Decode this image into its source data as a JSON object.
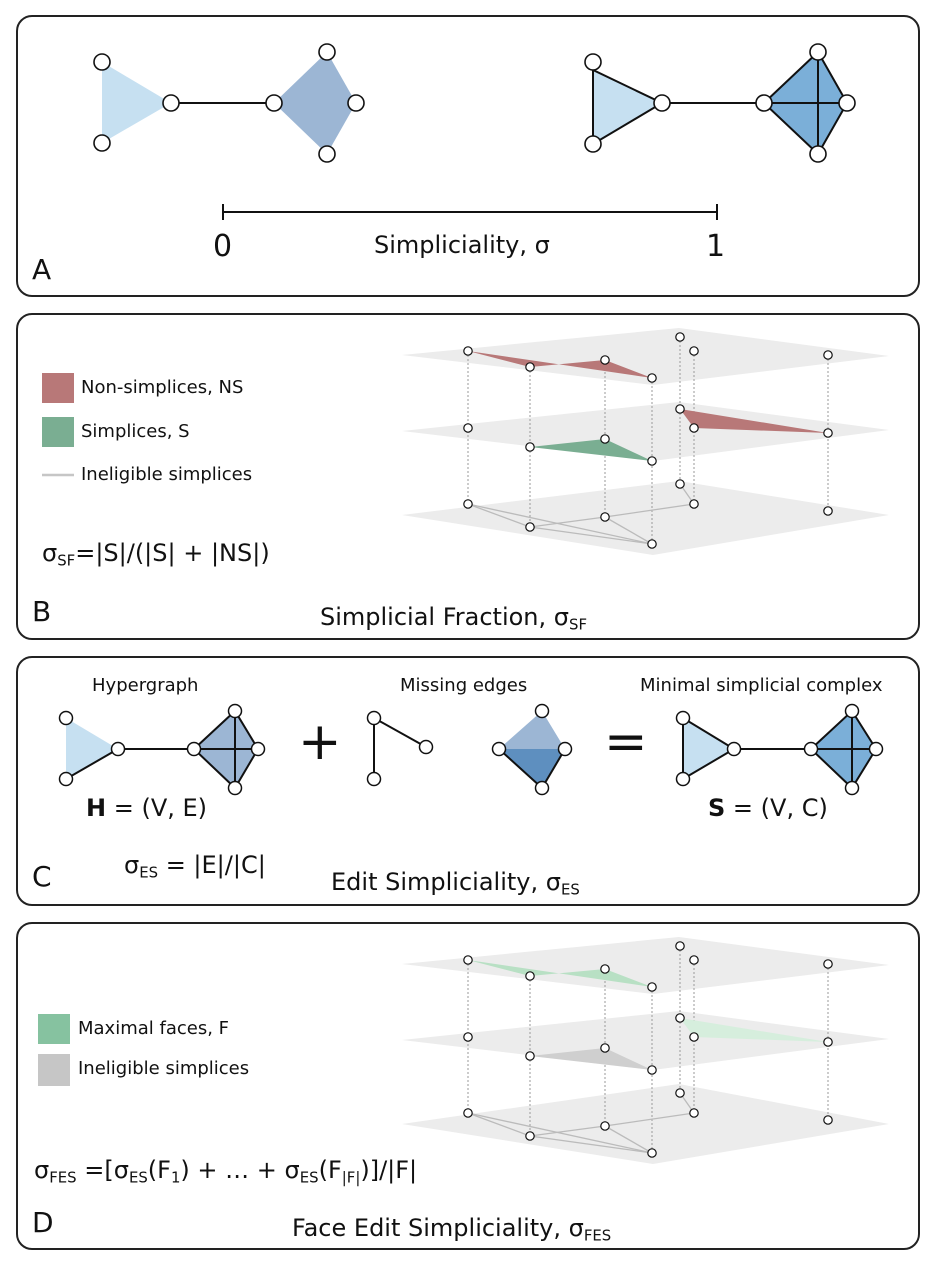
{
  "panel_a": {
    "letter": "A",
    "scale_min": "0",
    "scale_max": "1",
    "scale_label": "Simpliciality, σ"
  },
  "panel_b": {
    "letter": "B",
    "legend": [
      {
        "label": "Non-simplices, NS",
        "color": "#b87878"
      },
      {
        "label": "Simplices, S",
        "color": "#7aae92"
      },
      {
        "label": "Ineligible simplices",
        "color": "#c6c6c6"
      }
    ],
    "formula": {
      "sigma": "σ",
      "sub": "SF",
      "rest": "=|S|/(|S| + |NS|)"
    },
    "title": {
      "text": "Simplicial Fraction, σ",
      "sub": "SF"
    }
  },
  "panel_c": {
    "letter": "C",
    "hypergraph_title": "Hypergraph",
    "missing_title": "Missing edges",
    "complex_title": "Minimal simplicial complex",
    "plus": "+",
    "equals": "=",
    "h_bold": "H",
    "h_rest": " = (V, E)",
    "s_bold": "S",
    "s_rest": " = (V, C)",
    "formula": {
      "sigma": "σ",
      "sub": "ES",
      "rest": " = |E|/|C|"
    },
    "title": {
      "text": "Edit Simpliciality, σ",
      "sub": "ES"
    }
  },
  "panel_d": {
    "letter": "D",
    "legend": [
      {
        "label": "Maximal faces, F",
        "color": "#86c2a0"
      },
      {
        "label": "Ineligible simplices",
        "color": "#c6c6c6"
      }
    ],
    "formula": {
      "p1": "σ",
      "p1sub": "FES",
      "p2": " =[σ",
      "p2sub": "ES",
      "p3": "(F",
      "p3sub": "1",
      "p4": ") + … + σ",
      "p4sub": "ES",
      "p5": "(F",
      "p5sub": "|F|",
      "p6": ")]/|F|"
    },
    "title": {
      "text": "Face Edit Simpliciality, σ",
      "sub": "FES"
    }
  },
  "colors": {
    "light_blue": "#c6e0f1",
    "mid_blue": "#9cb6d4",
    "blue": "#7bafd8",
    "dark_blue": "#5e8fbf",
    "non_simplex": "#b87878",
    "simplex": "#7aae92",
    "maximal_face": "#86c2a0",
    "plane": "#ececec",
    "ineligible": "#c6c6c6"
  }
}
